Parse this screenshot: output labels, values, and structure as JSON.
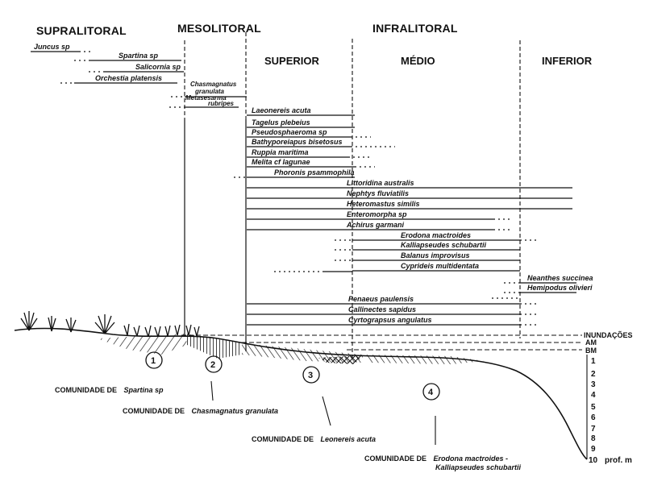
{
  "zones": {
    "supralitoral": "SUPRALITORAL",
    "mesolitoral": "MESOLITORAL",
    "infralitoral": "INFRALITORAL",
    "superior": "SUPERIOR",
    "medio": "MÉDIO",
    "inferior": "INFERIOR"
  },
  "species": {
    "juncus": "Juncus sp",
    "spartina": "Spartina sp",
    "salicornia": "Salicornia sp",
    "orchestia": "Orchestia platensis",
    "chasmagnatus_1": "Chasmagnatus",
    "chasmagnatus_2": "granulata",
    "metasesarma_1": "Metasesarma",
    "metasesarma_2": "rubripes",
    "laeonereis": "Laeonereis acuta",
    "tagelus": "Tagelus plebeius",
    "pseudosphaeroma": "Pseudosphaeroma sp",
    "bathyporeiapus": "Bathyporeiapus bisetosus",
    "ruppia": "Ruppia maritima",
    "melita": "Melita cf lagunae",
    "phoronis": "Phoronis psammophila",
    "littoridina": "Littoridina australis",
    "nephtys": "Nephtys fluviatilis",
    "heteromastus": "Heteromastus similis",
    "enteromorpha": "Enteromorpha sp",
    "achirus": "Achirus garmani",
    "erodona": "Erodona mactroides",
    "kalliapseudes": "Kalliapseudes schubartii",
    "balanus": "Balanus improvisus",
    "cyprideis": "Cyprideis multidentata",
    "neanthes": "Neanthes succinea",
    "hemipodus": "Hemipodus olivieri",
    "penaeus": "Penaeus paulensis",
    "callinectes": "Callinectes sapidus",
    "cyrtograpsus": "Cyrtograpsus angulatus"
  },
  "levels": {
    "inundacoes": "INUNDAÇÕES",
    "am": "AM",
    "bm": "BM"
  },
  "depth": {
    "ticks": [
      "1",
      "2",
      "3",
      "4",
      "5",
      "6",
      "7",
      "8",
      "9",
      "10"
    ],
    "unit": "prof. m"
  },
  "communities": {
    "n1": "1",
    "n2": "2",
    "n3": "3",
    "n4": "4",
    "c1_prefix": "COMUNIDADE DE",
    "c1_species": "Spartina sp",
    "c2_prefix": "COMUNIDADE DE",
    "c2_species": "Chasmagnatus granulata",
    "c3_prefix": "COMUNIDADE DE",
    "c3_species": "Leonereis acuta",
    "c4_prefix": "COMUNIDADE DE",
    "c4_species_1": "Erodona mactroides -",
    "c4_species_2": "Kalliapseudes schubartii"
  }
}
